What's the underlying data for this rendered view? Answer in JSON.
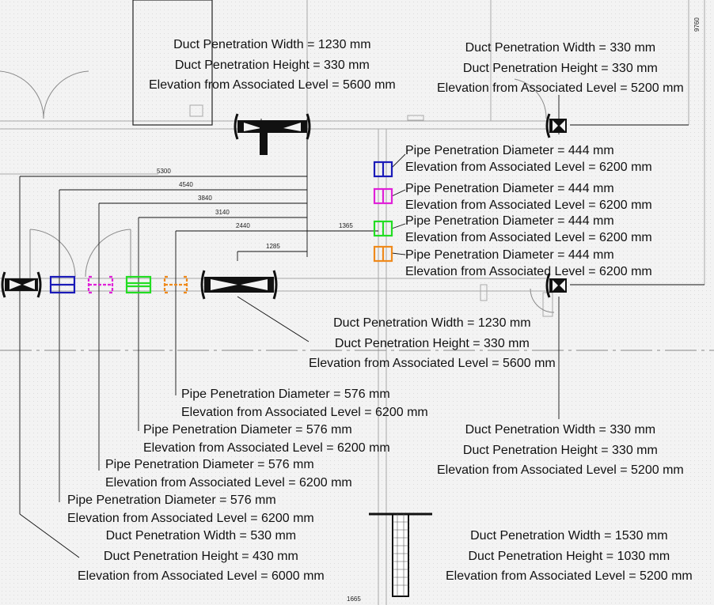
{
  "tags": {
    "duct_top_left": {
      "w": "Duct Penetration Width = 1230 mm",
      "h": "Duct Penetration Height = 330 mm",
      "e": "Elevation from Associated Level = 5600 mm"
    },
    "duct_top_right": {
      "w": "Duct Penetration Width = 330 mm",
      "h": "Duct Penetration Height = 330 mm",
      "e": "Elevation from Associated Level = 5200 mm"
    },
    "pipe_444_blue": {
      "d": "Pipe Penetration Diameter = 444 mm",
      "e": "Elevation from Associated Level = 6200 mm"
    },
    "pipe_444_magenta": {
      "d": "Pipe Penetration Diameter = 444 mm",
      "e": "Elevation from Associated Level = 6200 mm"
    },
    "pipe_444_green": {
      "d": "Pipe Penetration Diameter = 444 mm",
      "e": "Elevation from Associated Level = 6200 mm"
    },
    "pipe_444_orange": {
      "d": "Pipe Penetration Diameter = 444 mm",
      "e": "Elevation from Associated Level = 6200 mm"
    },
    "duct_mid": {
      "w": "Duct Penetration Width = 1230 mm",
      "h": "Duct Penetration Height = 330 mm",
      "e": "Elevation from Associated Level = 5600 mm"
    },
    "pipe_576_a": {
      "d": "Pipe Penetration Diameter = 576 mm",
      "e": "Elevation from Associated Level = 6200 mm"
    },
    "pipe_576_b": {
      "d": "Pipe Penetration Diameter = 576 mm",
      "e": "Elevation from Associated Level = 6200 mm"
    },
    "pipe_576_c": {
      "d": "Pipe Penetration Diameter = 576 mm",
      "e": "Elevation from Associated Level = 6200 mm"
    },
    "pipe_576_d": {
      "d": "Pipe Penetration Diameter = 576 mm",
      "e": "Elevation from Associated Level = 6200 mm"
    },
    "duct_mid_right": {
      "w": "Duct Penetration Width = 330 mm",
      "h": "Duct Penetration Height = 330 mm",
      "e": "Elevation from Associated Level = 5200 mm"
    },
    "duct_bottom_left": {
      "w": "Duct Penetration Width = 530 mm",
      "h": "Duct Penetration Height = 430 mm",
      "e": "Elevation from Associated Level = 6000 mm"
    },
    "duct_bottom_right": {
      "w": "Duct Penetration Width = 1530 mm",
      "h": "Duct Penetration Height = 1030 mm",
      "e": "Elevation from Associated Level = 5200 mm"
    }
  },
  "dimensions": {
    "d5300": "5300",
    "d4540": "4540",
    "d3840": "3840",
    "d3140": "3140",
    "d2440": "2440",
    "d1285": "1285",
    "d1365": "1365",
    "d1665": "1665",
    "d9760": "9760"
  },
  "colors": {
    "blue": "#1a1ab8",
    "magenta": "#e020d8",
    "green": "#22dd22",
    "orange": "#ef8a1c",
    "line": "#111111",
    "wall": "#9a9a9a"
  }
}
